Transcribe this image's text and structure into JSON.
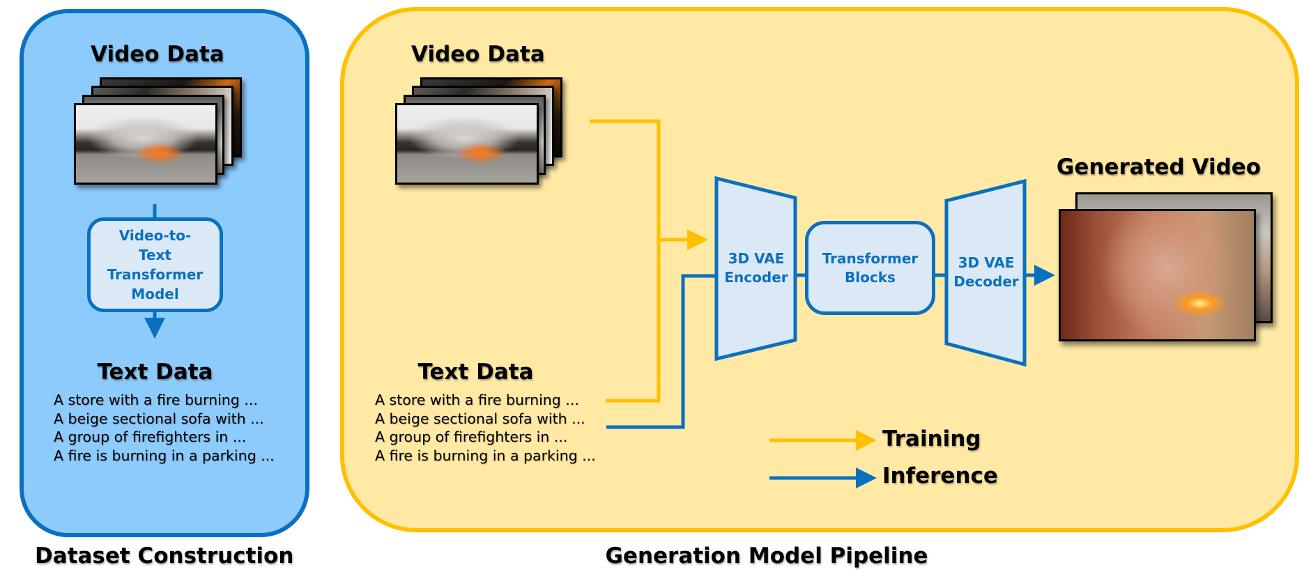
{
  "dataset_panel": {
    "caption": "Dataset Construction",
    "video_title": "Video Data",
    "model_label_lines": [
      "Video-to-",
      "Text",
      "Transformer",
      "Model"
    ],
    "text_title": "Text Data",
    "text_items": [
      "A store with a fire burning ...",
      "A beige sectional sofa with ...",
      "A group of firefighters in ...",
      "A fire is burning in a parking ..."
    ],
    "colors": {
      "fill": "#8dcbfc",
      "border": "#0a70c0"
    }
  },
  "pipeline_panel": {
    "caption": "Generation Model Pipeline",
    "video_title": "Video Data",
    "text_title": "Text Data",
    "text_items": [
      "A store with a fire burning ...",
      "A beige sectional sofa with ...",
      "A group of firefighters in ...",
      "A fire is burning in a parking ..."
    ],
    "encoder_lines": [
      "3D VAE",
      "Encoder"
    ],
    "transformer_lines": [
      "Transformer",
      "Blocks"
    ],
    "decoder_lines": [
      "3D VAE",
      "Decoder"
    ],
    "output_title": "Generated Video",
    "colors": {
      "fill": "#ffe9a5",
      "border": "#ffc000"
    }
  },
  "legend": {
    "items": [
      {
        "label": "Training",
        "color": "#ffc000"
      },
      {
        "label": "Inference",
        "color": "#0a70c0"
      }
    ]
  }
}
